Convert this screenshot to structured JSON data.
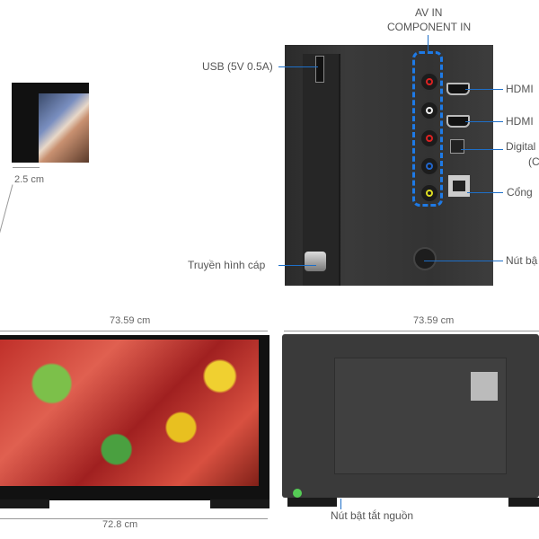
{
  "bezel_closeup": {
    "thickness_label": "2.5 cm"
  },
  "ports": {
    "av_title_line1": "AV IN",
    "av_title_line2": "COMPONENT IN",
    "usb": "USB (5V 0.5A)",
    "hdmi_1": "HDMI",
    "hdmi_2": "HDMI",
    "digital_line1": "Digital",
    "digital_line2": "(C",
    "lan": "Cổng",
    "cable_tv": "Truyền hình cáp",
    "power_button": "Nút bậ"
  },
  "front_view": {
    "width_top": "73.59 cm",
    "width_bottom": "72.8 cm"
  },
  "back_view": {
    "width_top": "73.59 cm",
    "power_button": "Nút bật tắt nguồn"
  },
  "colors": {
    "callout": "#1e6fc8",
    "dimension": "#999999"
  }
}
